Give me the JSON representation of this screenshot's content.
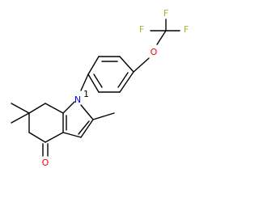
{
  "molecule": {
    "atom_labels": {
      "fluorine_1": "F",
      "fluorine_2": "F",
      "fluorine_3": "F",
      "oxygen_ether": "O",
      "nitrogen": "N",
      "ring_nitrogen_locant": "1",
      "oxygen_ketone": "O"
    },
    "colors": {
      "bond": "#000000",
      "fluorine": "#8fbf2f",
      "oxygen": "#ff0000",
      "nitrogen": "#0000ff"
    }
  }
}
